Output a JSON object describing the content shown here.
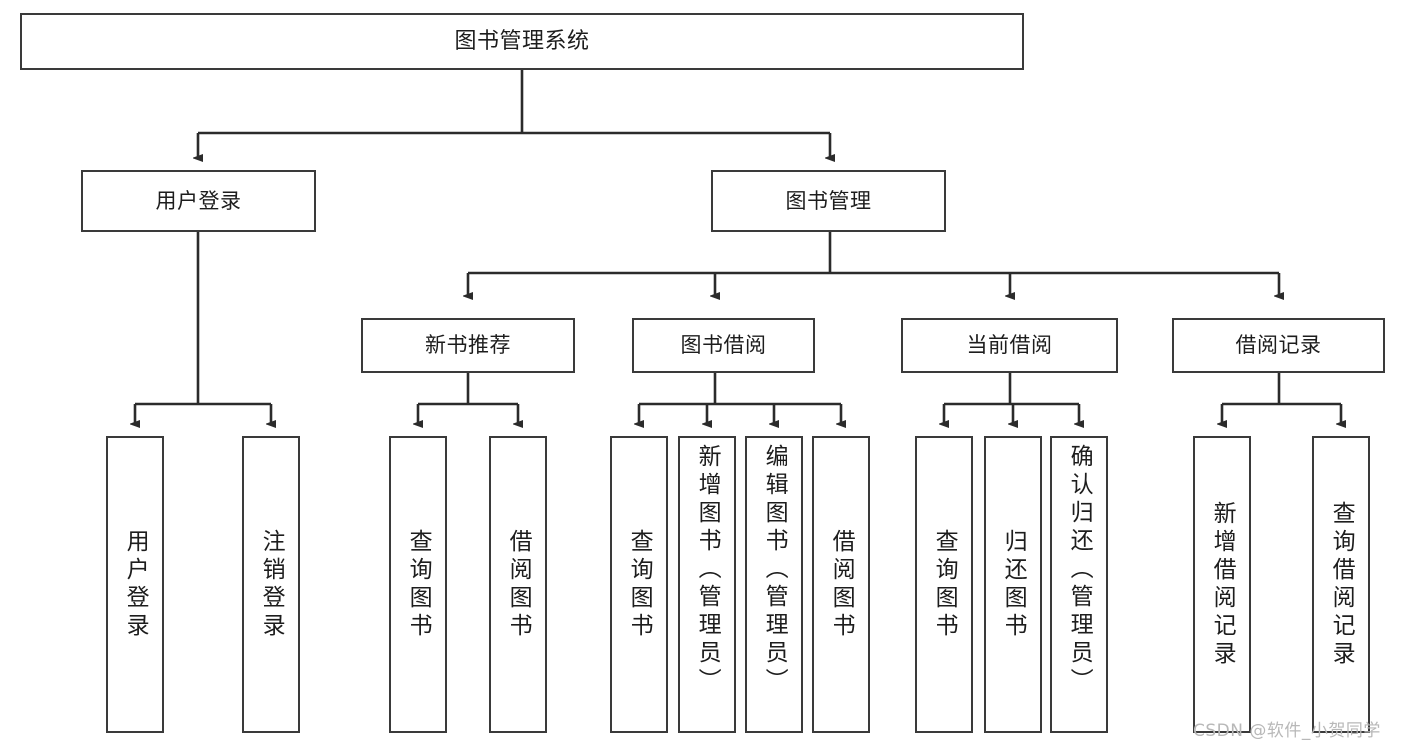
{
  "diagram": {
    "title": "图书管理系统",
    "type": "tree-hierarchy-diagram",
    "colors": {
      "box_border": "#3a3a3a",
      "box_fill": "#ffffff",
      "connector": "#2b2b2b",
      "text": "#1d1d1d",
      "watermark": "#b8b8b8"
    },
    "root": {
      "label": "图书管理系统"
    },
    "level1": [
      {
        "label": "用户登录"
      },
      {
        "label": "图书管理"
      }
    ],
    "level2": [
      {
        "label": "新书推荐"
      },
      {
        "label": "图书借阅"
      },
      {
        "label": "当前借阅"
      },
      {
        "label": "借阅记录"
      }
    ],
    "leaves": {
      "user_login": [
        {
          "label": "用户登录"
        },
        {
          "label": "注销登录"
        }
      ],
      "new_book_recommend": [
        {
          "label": "查询图书"
        },
        {
          "label": "借阅图书"
        }
      ],
      "book_borrow": [
        {
          "label": "查询图书"
        },
        {
          "label": "新增图书（管理员）"
        },
        {
          "label": "编辑图书（管理员）"
        },
        {
          "label": "借阅图书"
        }
      ],
      "current_borrow": [
        {
          "label": "查询图书"
        },
        {
          "label": "归还图书"
        },
        {
          "label": "确认归还（管理员）"
        }
      ],
      "borrow_record": [
        {
          "label": "新增借阅记录"
        },
        {
          "label": "查询借阅记录"
        }
      ]
    },
    "watermark": "CSDN @软件_小贺同学"
  }
}
